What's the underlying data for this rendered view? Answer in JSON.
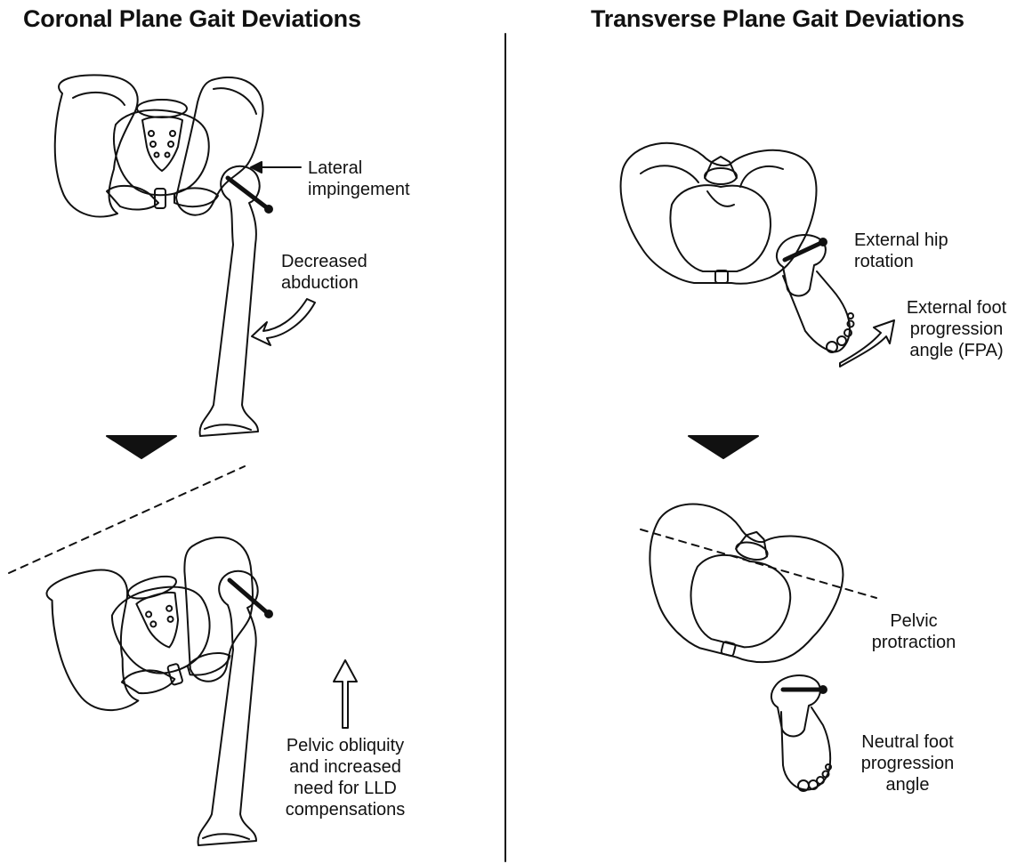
{
  "left_panel": {
    "title": "Coronal Plane Gait Deviations",
    "labels": {
      "lateral_impingement": "Lateral\nimpingement",
      "decreased_abduction": "Decreased\nabduction",
      "pelvic_obliquity": "Pelvic obliquity\nand increased\nneed for LLD\ncompensations"
    }
  },
  "right_panel": {
    "title": "Transverse Plane Gait Deviations",
    "labels": {
      "external_hip_rotation": "External hip\nrotation",
      "external_fpa": "External foot\nprogression\nangle (FPA)",
      "pelvic_protraction": "Pelvic\nprotraction",
      "neutral_fpa": "Neutral foot\nprogression\nangle"
    }
  },
  "colors": {
    "ink": "#111111",
    "background": "#ffffff"
  }
}
